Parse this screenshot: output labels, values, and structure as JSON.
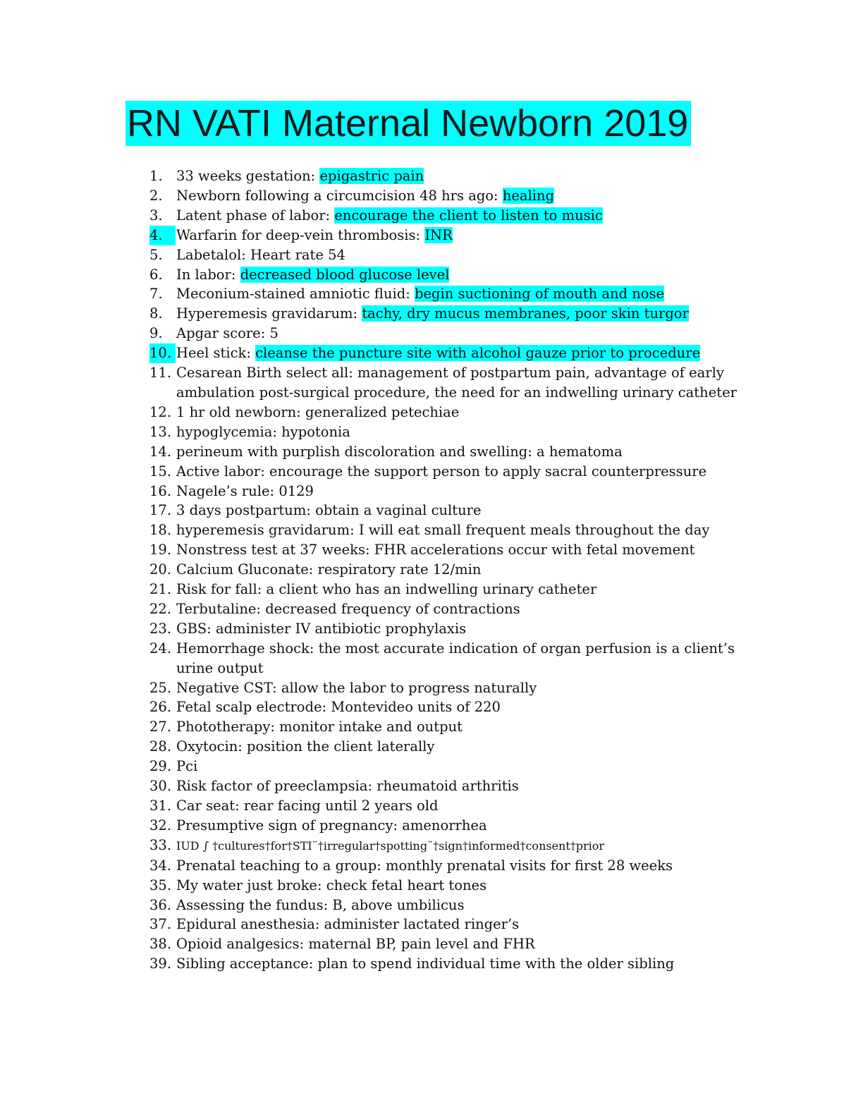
{
  "document": {
    "title": "RN VATI Maternal Newborn 2019",
    "highlight_color": "#00ffff",
    "items": [
      {
        "num": "1.",
        "text": "33 weeks gestation: ",
        "answer": "epigastric pain",
        "answer_highlighted": true,
        "num_highlighted": false
      },
      {
        "num": "2.",
        "text": "Newborn following a circumcision 48 hrs ago: ",
        "answer": "healing",
        "answer_highlighted": true,
        "num_highlighted": false
      },
      {
        "num": "3.",
        "text": "Latent phase of labor: ",
        "answer": "encourage the client to listen to music",
        "answer_highlighted": true,
        "num_highlighted": false
      },
      {
        "num": "4.",
        "text": "Warfarin for deep-vein thrombosis: ",
        "answer": "INR",
        "answer_highlighted": true,
        "num_highlighted": true
      },
      {
        "num": "5.",
        "text": "Labetalol: Heart rate 54",
        "answer": "",
        "answer_highlighted": false,
        "num_highlighted": false
      },
      {
        "num": "6.",
        "text": "In labor: ",
        "answer": "decreased blood glucose level",
        "answer_highlighted": true,
        "num_highlighted": false
      },
      {
        "num": "7.",
        "text": "Meconium-stained amniotic fluid: ",
        "answer": "begin suctioning of mouth and nose",
        "answer_highlighted": true,
        "num_highlighted": false
      },
      {
        "num": "8.",
        "text": "Hyperemesis gravidarum: ",
        "answer": "tachy, dry mucus membranes, poor skin turgor",
        "answer_highlighted": true,
        "num_highlighted": false
      },
      {
        "num": "9.",
        "text": "Apgar score: 5",
        "answer": "",
        "answer_highlighted": false,
        "num_highlighted": false
      },
      {
        "num": "10.",
        "text": "Heel stick: ",
        "answer": "cleanse the puncture site with alcohol gauze prior to procedure",
        "answer_highlighted": true,
        "num_highlighted": true
      },
      {
        "num": "11.",
        "text": "Cesarean Birth select all: management of postpartum pain, advantage of early ambulation post-surgical procedure, the need for an indwelling urinary catheter",
        "answer": "",
        "answer_highlighted": false,
        "num_highlighted": false
      },
      {
        "num": "12.",
        "text": "1 hr old newborn: generalized petechiae",
        "answer": "",
        "answer_highlighted": false,
        "num_highlighted": false
      },
      {
        "num": "13.",
        "text": "hypoglycemia: hypotonia",
        "answer": "",
        "answer_highlighted": false,
        "num_highlighted": false
      },
      {
        "num": "14.",
        "text": "perineum with purplish discoloration and swelling: a hematoma",
        "answer": "",
        "answer_highlighted": false,
        "num_highlighted": false
      },
      {
        "num": "15.",
        "text": "Active labor: encourage the support person to apply sacral counterpressure",
        "answer": "",
        "answer_highlighted": false,
        "num_highlighted": false
      },
      {
        "num": "16.",
        "text": "Nagele’s rule: 0129",
        "answer": "",
        "answer_highlighted": false,
        "num_highlighted": false
      },
      {
        "num": "17.",
        "text": "3 days postpartum: obtain a vaginal culture",
        "answer": "",
        "answer_highlighted": false,
        "num_highlighted": false
      },
      {
        "num": "18.",
        "text": "hyperemesis gravidarum: I will eat small frequent meals throughout the day",
        "answer": "",
        "answer_highlighted": false,
        "num_highlighted": false
      },
      {
        "num": "19.",
        "text": "Nonstress test at 37 weeks: FHR accelerations occur with fetal movement",
        "answer": "",
        "answer_highlighted": false,
        "num_highlighted": false
      },
      {
        "num": "20.",
        "text": "Calcium Gluconate: respiratory rate 12/min",
        "answer": "",
        "answer_highlighted": false,
        "num_highlighted": false
      },
      {
        "num": "21.",
        "text": "Risk for fall: a client who has an indwelling urinary catheter",
        "answer": "",
        "answer_highlighted": false,
        "num_highlighted": false
      },
      {
        "num": "22.",
        "text": "Terbutaline: decreased frequency of contractions",
        "answer": "",
        "answer_highlighted": false,
        "num_highlighted": false
      },
      {
        "num": "23.",
        "text": "GBS: administer IV antibiotic prophylaxis",
        "answer": "",
        "answer_highlighted": false,
        "num_highlighted": false
      },
      {
        "num": "24.",
        "text": "Hemorrhage shock: the most accurate indication of organ perfusion is a client’s urine output",
        "answer": "",
        "answer_highlighted": false,
        "num_highlighted": false
      },
      {
        "num": "25.",
        "text": "Negative CST: allow the labor to progress naturally",
        "answer": "",
        "answer_highlighted": false,
        "num_highlighted": false
      },
      {
        "num": "26.",
        "text": "Fetal scalp electrode: Montevideo units of 220",
        "answer": "",
        "answer_highlighted": false,
        "num_highlighted": false
      },
      {
        "num": "27.",
        "text": "Phototherapy: monitor intake and output",
        "answer": "",
        "answer_highlighted": false,
        "num_highlighted": false
      },
      {
        "num": "28.",
        "text": "Oxytocin: position the client laterally",
        "answer": "",
        "answer_highlighted": false,
        "num_highlighted": false
      },
      {
        "num": "29.",
        "text": "Pci",
        "answer": "",
        "answer_highlighted": false,
        "num_highlighted": false
      },
      {
        "num": "30.",
        "text": "Risk factor of preeclampsia: rheumatoid arthritis",
        "answer": "",
        "answer_highlighted": false,
        "num_highlighted": false
      },
      {
        "num": "31.",
        "text": "Car seat: rear facing until 2 years old",
        "answer": "",
        "answer_highlighted": false,
        "num_highlighted": false
      },
      {
        "num": "32.",
        "text": "Presumptive sign of pregnancy: amenorrhea",
        "answer": "",
        "answer_highlighted": false,
        "num_highlighted": false
      },
      {
        "num": "33.",
        "text": "IUD ∫ †cultures†for†STI¨†irregular†spotting¨†sign†informed†consent†prior",
        "answer": "",
        "answer_highlighted": false,
        "num_highlighted": false,
        "small": true
      },
      {
        "num": "34.",
        "text": "Prenatal teaching to a group: monthly prenatal visits for first 28 weeks",
        "answer": "",
        "answer_highlighted": false,
        "num_highlighted": false
      },
      {
        "num": "35.",
        "text": "My water just broke: check fetal heart tones",
        "answer": "",
        "answer_highlighted": false,
        "num_highlighted": false
      },
      {
        "num": "36.",
        "text": "Assessing the fundus: B, above umbilicus",
        "answer": "",
        "answer_highlighted": false,
        "num_highlighted": false
      },
      {
        "num": "37.",
        "text": "Epidural anesthesia: administer lactated ringer’s",
        "answer": "",
        "answer_highlighted": false,
        "num_highlighted": false
      },
      {
        "num": "38.",
        "text": "Opioid analgesics: maternal BP, pain level and FHR",
        "answer": "",
        "answer_highlighted": false,
        "num_highlighted": false
      },
      {
        "num": "39.",
        "text": "Sibling acceptance: plan to spend individual time with the older sibling",
        "answer": "",
        "answer_highlighted": false,
        "num_highlighted": false
      }
    ]
  }
}
